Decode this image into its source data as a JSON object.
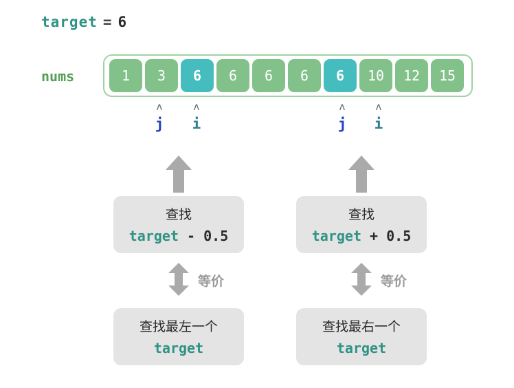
{
  "header": {
    "target_keyword": "target",
    "equals": "=",
    "target_value": "6"
  },
  "array": {
    "label": "nums",
    "values": [
      "1",
      "3",
      "6",
      "6",
      "6",
      "6",
      "6",
      "10",
      "12",
      "15"
    ],
    "highlighted_indices": [
      2,
      6
    ],
    "cell_color": "#82c189",
    "cell_highlight_color": "#45bcbd",
    "frame_border_color": "#9fd3a3"
  },
  "pointers": [
    {
      "name": "j",
      "caret": "ʌ",
      "color": "#2540c0",
      "group": "left"
    },
    {
      "name": "i",
      "caret": "ʌ",
      "color": "#2e7f8e",
      "group": "left"
    },
    {
      "name": "j",
      "caret": "ʌ",
      "color": "#2540c0",
      "group": "right"
    },
    {
      "name": "i",
      "caret": "ʌ",
      "color": "#2e7f8e",
      "group": "right"
    }
  ],
  "flow": {
    "left": {
      "upper_box": {
        "line1": "查找",
        "keyword": "target",
        "operator": "- 0.5"
      },
      "equiv_label": "等价",
      "lower_box": {
        "line1": "查找最左一个",
        "keyword": "target"
      }
    },
    "right": {
      "upper_box": {
        "line1": "查找",
        "keyword": "target",
        "operator": "+ 0.5"
      },
      "equiv_label": "等价",
      "lower_box": {
        "line1": "查找最右一个",
        "keyword": "target"
      }
    }
  },
  "colors": {
    "keyword_teal": "#2f9285",
    "nums_green": "#55a055",
    "arrow_gray": "#aaaaaa",
    "box_gray": "#e4e4e4",
    "equiv_text_gray": "#9a9a9a"
  }
}
